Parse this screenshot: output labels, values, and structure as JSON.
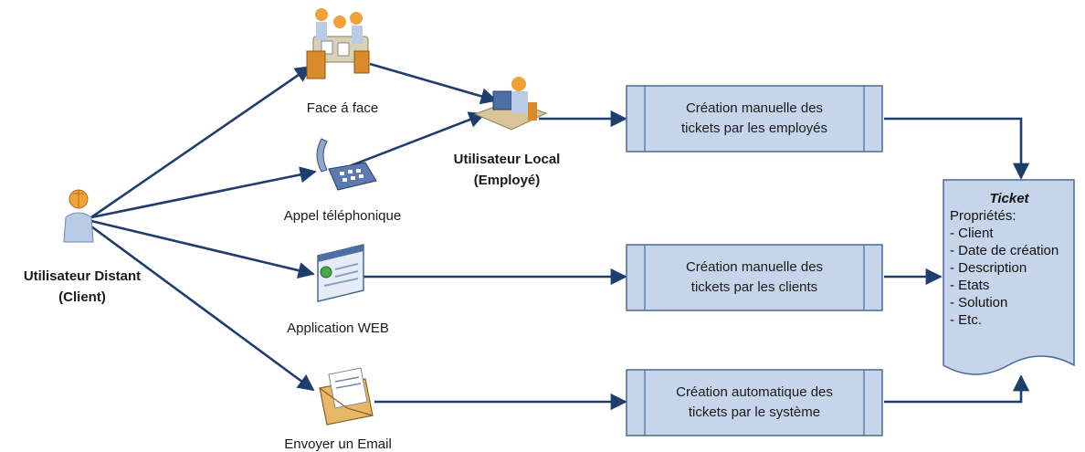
{
  "actors": {
    "remote_user": {
      "line1": "Utilisateur Distant",
      "line2": "(Client)"
    },
    "local_user": {
      "line1": "Utilisateur Local",
      "line2": "(Employé)"
    }
  },
  "channels": {
    "face_to_face": "Face á  face",
    "phone": "Appel téléphonique",
    "web": "Application WEB",
    "email": "Envoyer un Email"
  },
  "processes": {
    "manual_employees": "Création manuelle des\ntickets par les employés",
    "manual_clients": "Création manuelle des\ntickets par les clients",
    "automatic_system": "Création automatique des\ntickets par le système"
  },
  "ticket": {
    "title": "Ticket",
    "props_header": "Propriétés:",
    "props": [
      "- Client",
      "- Date de création",
      "- Description",
      "- Etats",
      "- Solution",
      "- Etc."
    ]
  },
  "colors": {
    "arrow": "#1f3e6e",
    "box_fill": "#c6d5ea",
    "box_stroke": "#4a6896",
    "person_head": "#f0a23a",
    "person_body": "#b9cbe6"
  }
}
